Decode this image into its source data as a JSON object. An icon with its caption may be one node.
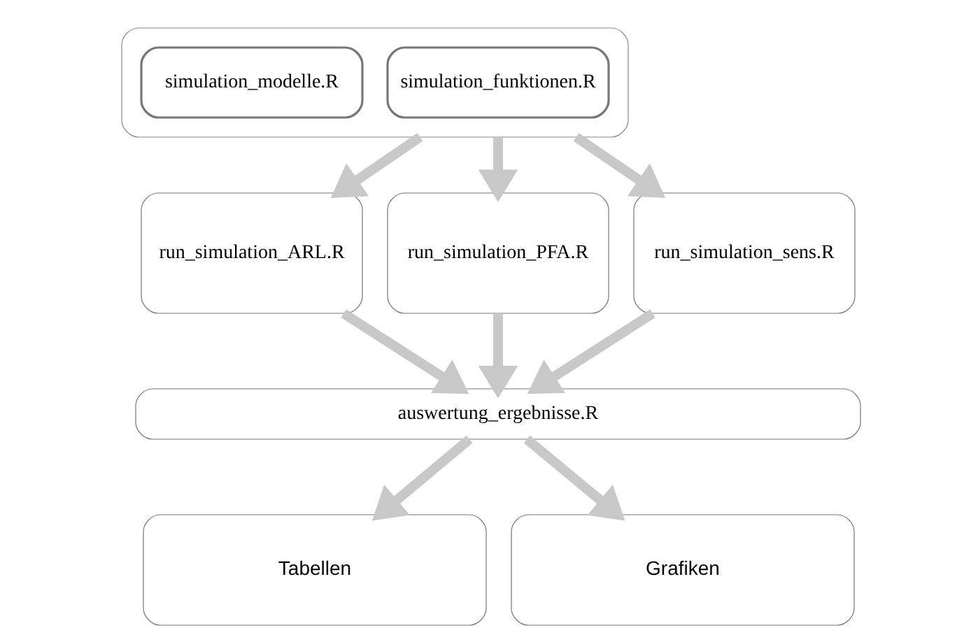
{
  "diagram": {
    "nodes": [
      {
        "text": [],
        "shape": "box"
      },
      {
        "text": [
          "simulation_modelle.R"
        ],
        "in": 0
      },
      {
        "text": [
          "simulation_funktionen.R"
        ],
        "in": 0
      },
      {
        "text": [
          "run_simulation_ARL.R"
        ]
      },
      {
        "text": [
          "run_simulation_PFA.R"
        ]
      },
      {
        "text": [
          "run_simulation_sens.R"
        ]
      },
      {
        "text": [
          "auswertung_ergebnisse.R"
        ]
      },
      {
        "text": [
          "Tabellen"
        ]
      },
      {
        "text": [
          "Grafiken"
        ]
      }
    ],
    "edges": [
      {
        "from": 0,
        "to": 3,
        "arrow": "to"
      },
      {
        "from": 0,
        "to": 4,
        "arrow": "to"
      },
      {
        "from": 0,
        "to": 5,
        "arrow": "to"
      },
      {
        "from": 3,
        "to": 6,
        "arrow": "to"
      },
      {
        "from": 4,
        "to": 6,
        "arrow": "to"
      },
      {
        "from": 5,
        "to": 6,
        "arrow": "to"
      },
      {
        "from": 6,
        "to": 7,
        "arrow": "to"
      },
      {
        "from": 6,
        "to": 8,
        "arrow": "to"
      }
    ]
  }
}
